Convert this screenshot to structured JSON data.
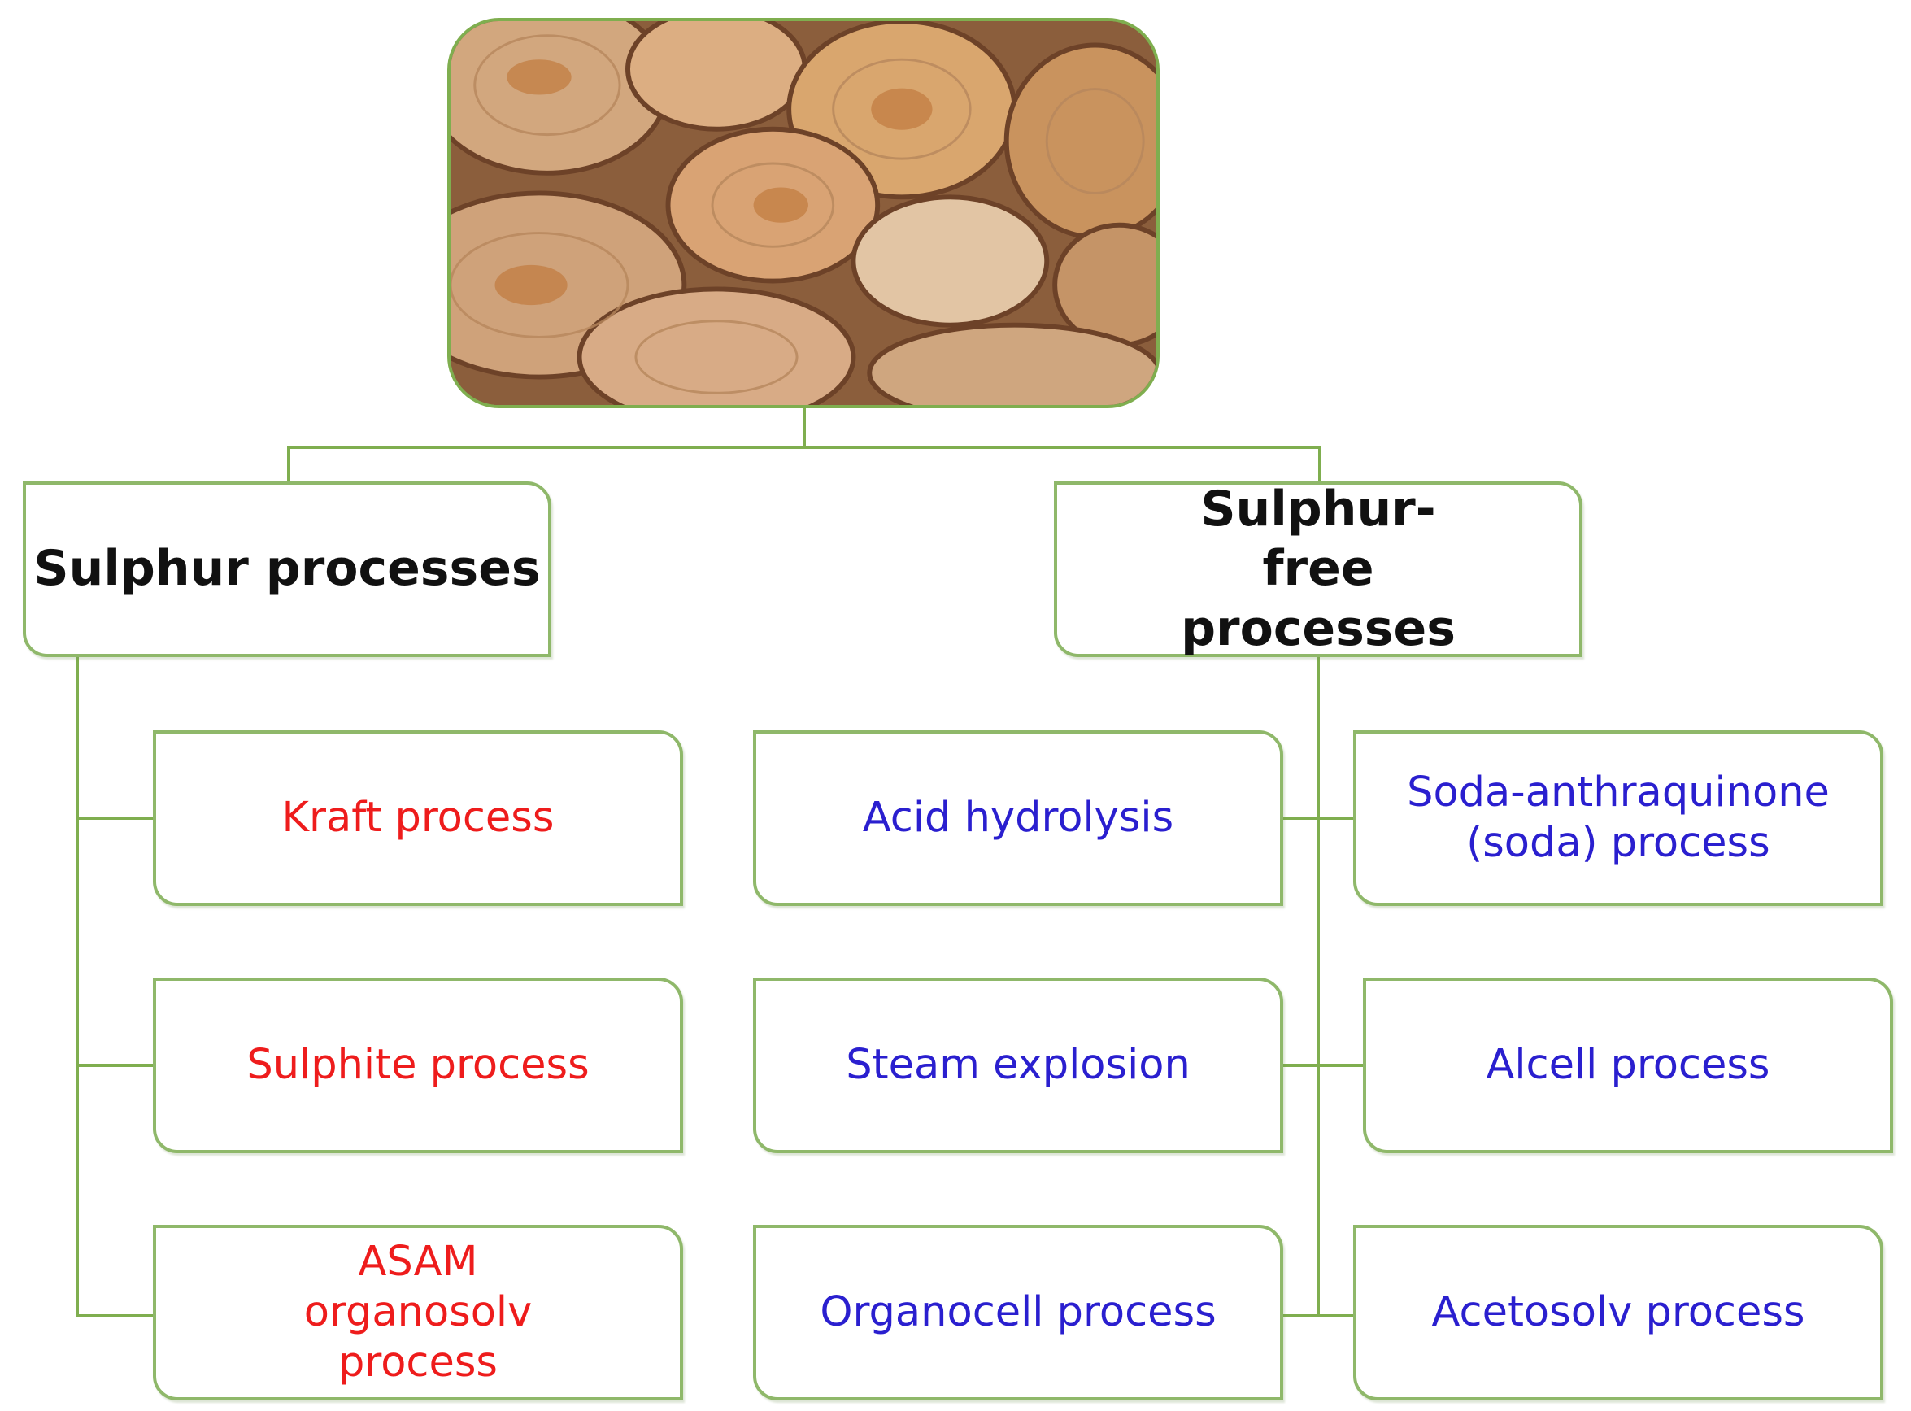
{
  "photo": {
    "icon": "wood-logs-photo"
  },
  "colors": {
    "connector": "#7fae4f",
    "sulphur_text": "#ee1c1c",
    "sulphur_free_text": "#2a1fcf",
    "heading_text": "#111111"
  },
  "sulphur": {
    "title": "Sulphur processes",
    "items": [
      "Kraft process",
      "Sulphite process",
      "ASAM organosolv process"
    ]
  },
  "sulphur_free": {
    "title": "Sulphur-free processes",
    "left_items": [
      "Acid hydrolysis",
      "Steam explosion",
      "Organocell process"
    ],
    "right_items": [
      "Soda-anthraquinone (soda) process",
      "Alcell process",
      "Acetosolv process"
    ]
  }
}
